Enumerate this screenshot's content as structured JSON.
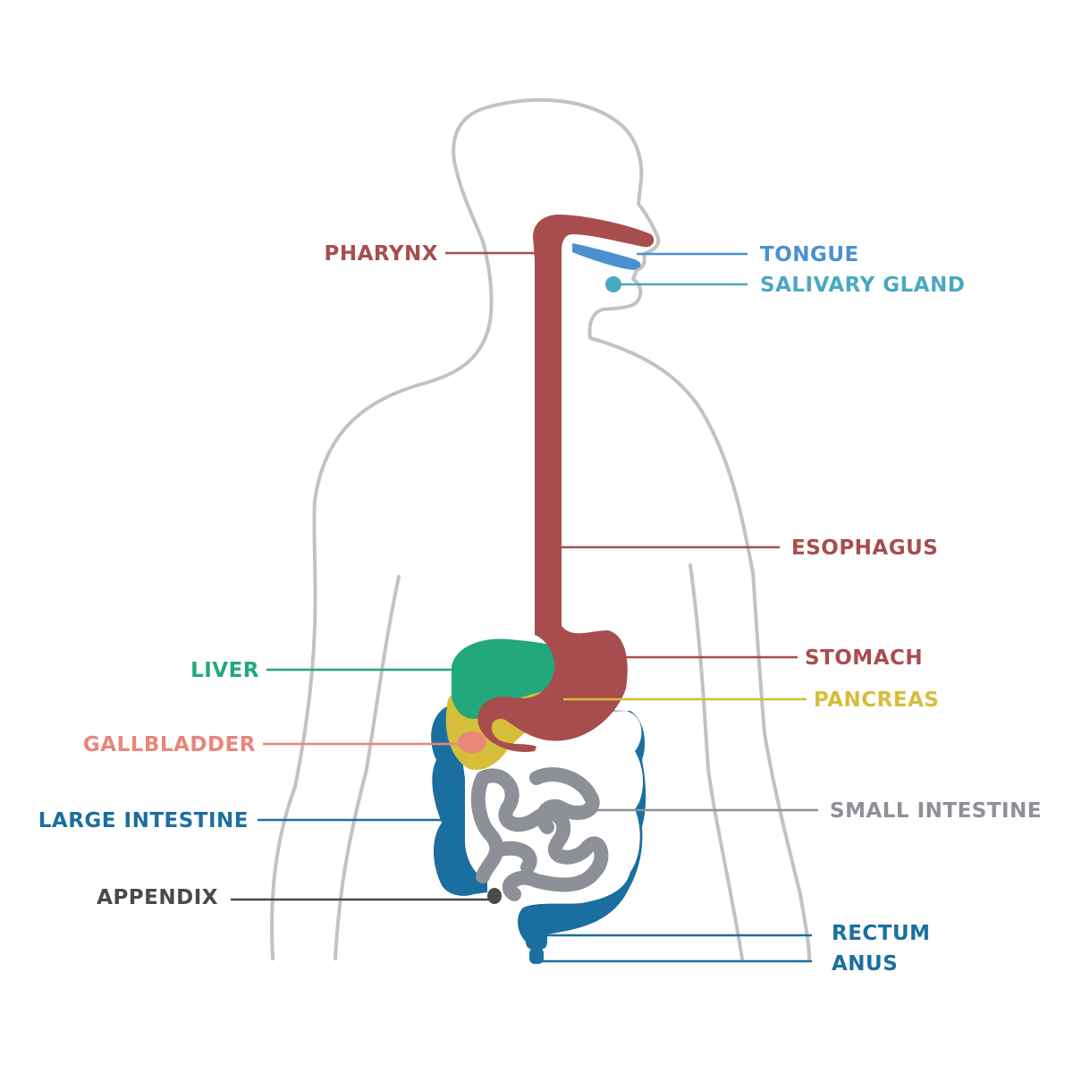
{
  "colors": {
    "body_outline": "#c2c2c2",
    "pharynx": "#a84d4d",
    "tongue": "#4a90d0",
    "salivary_gland": "#4aa8c2",
    "esophagus": "#a84d4d",
    "stomach": "#a84d4d",
    "liver": "#22a87a",
    "pancreas": "#d4be3a",
    "gallbladder": "#e8867c",
    "large_intestine": "#1b6fa0",
    "small_intestine": "#8d9096",
    "appendix": "#4a4a4a",
    "rectum": "#1b6fa0",
    "anus": "#1b6fa0"
  },
  "labels": {
    "pharynx": "PHARYNX",
    "tongue": "TONGUE",
    "salivary_gland": "SALIVARY GLAND",
    "esophagus": "ESOPHAGUS",
    "stomach": "STOMACH",
    "liver": "LIVER",
    "pancreas": "PANCREAS",
    "gallbladder": "GALLBLADDER",
    "large_intestine": "LARGE INTESTINE",
    "small_intestine": "SMALL INTESTINE",
    "appendix": "APPENDIX",
    "rectum": "RECTUM",
    "anus": "ANUS"
  }
}
